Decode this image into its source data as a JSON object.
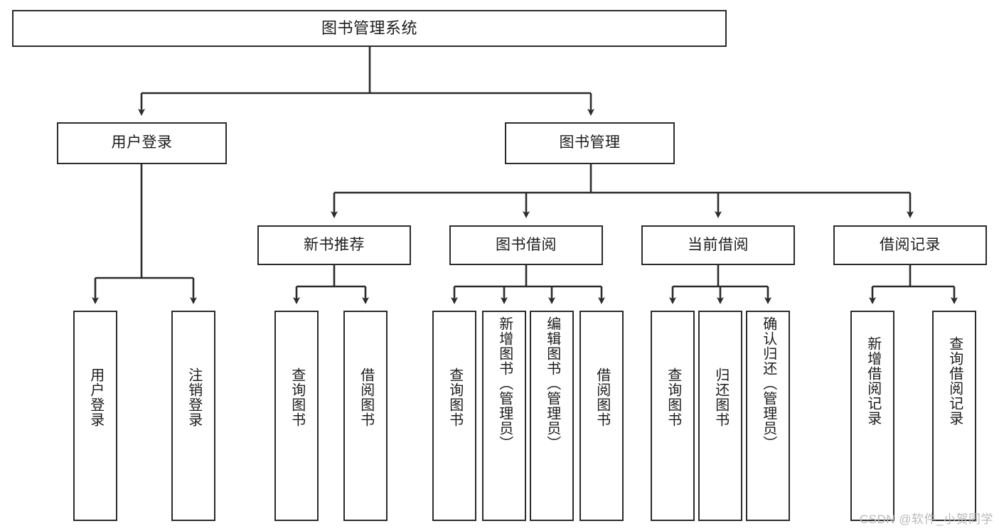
{
  "diagram": {
    "title": "图书管理系统",
    "type": "tree-hierarchy-diagram",
    "watermark": "CSDN @软件_小贺同学",
    "colors": {
      "stroke": "#2b2b2b",
      "fill": "#ffffff",
      "text": "#1c1c1c",
      "watermark": "#b9b9b9"
    },
    "nodes": {
      "root": {
        "label": "图书管理系统"
      },
      "level1": [
        {
          "label": "用户登录"
        },
        {
          "label": "图书管理"
        }
      ],
      "level2": [
        {
          "label": "新书推荐"
        },
        {
          "label": "图书借阅"
        },
        {
          "label": "当前借阅"
        },
        {
          "label": "借阅记录"
        }
      ],
      "leaves": {
        "user_login": [
          {
            "label": "用户登录"
          },
          {
            "label": "注销登录"
          }
        ],
        "new_book_recommend": [
          {
            "label": "查询图书"
          },
          {
            "label": "借阅图书"
          }
        ],
        "book_borrow": [
          {
            "label": "查询图书"
          },
          {
            "label": "新增图书（管理员）"
          },
          {
            "label": "编辑图书（管理员）"
          },
          {
            "label": "借阅图书"
          }
        ],
        "current_borrow": [
          {
            "label": "查询图书"
          },
          {
            "label": "归还图书"
          },
          {
            "label": "确认归还（管理员）"
          }
        ],
        "borrow_record": [
          {
            "label": "新增借阅记录"
          },
          {
            "label": "查询借阅记录"
          }
        ]
      }
    }
  }
}
